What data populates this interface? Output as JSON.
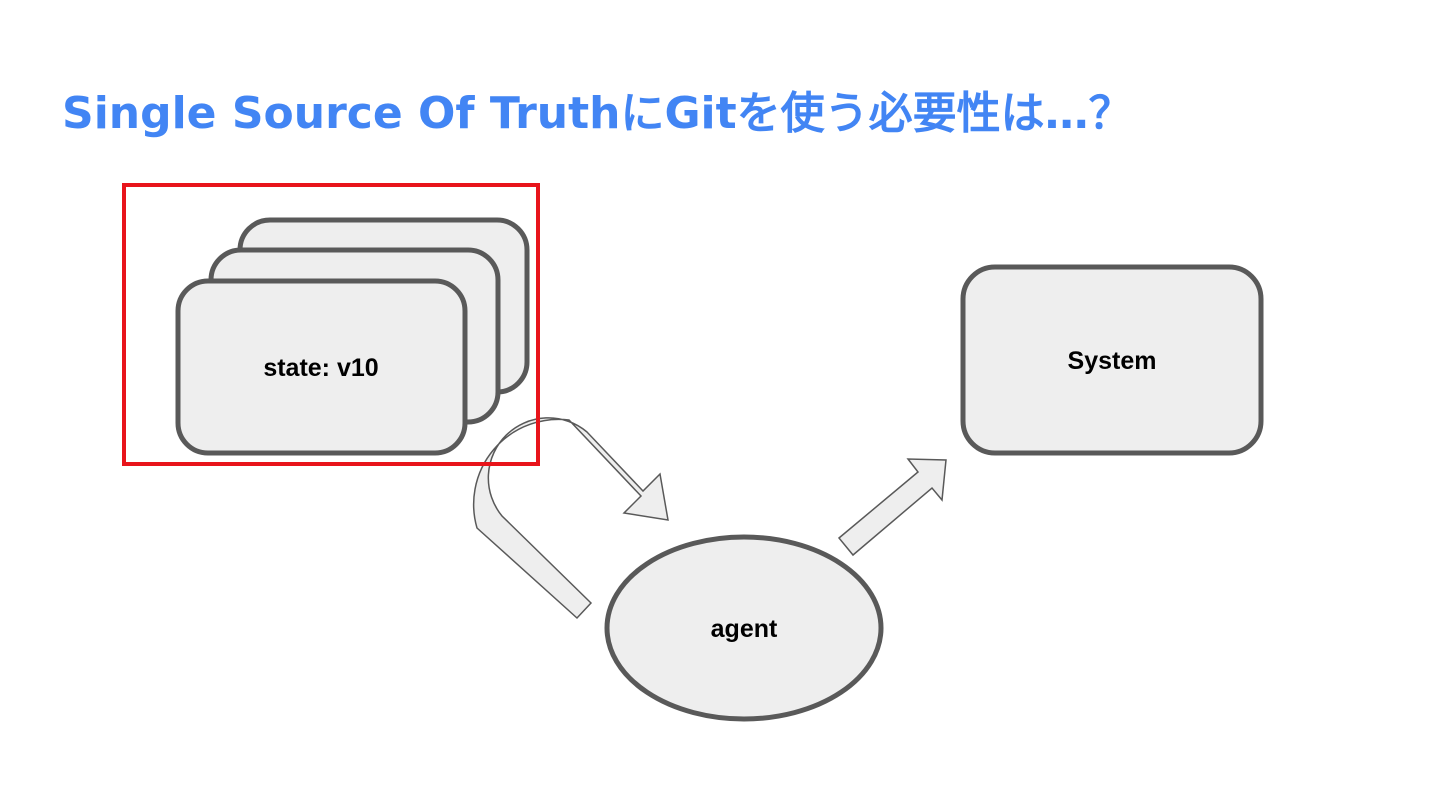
{
  "slide": {
    "title": "Single Source Of TruthにGitを使う必要性は…？"
  },
  "diagram": {
    "state_label": "state: v10",
    "agent_label": "agent",
    "system_label": "System"
  },
  "colors": {
    "title": "#4285f4",
    "shape_fill": "#eeeeee",
    "shape_stroke": "#595959",
    "highlight": "#e8141b"
  }
}
